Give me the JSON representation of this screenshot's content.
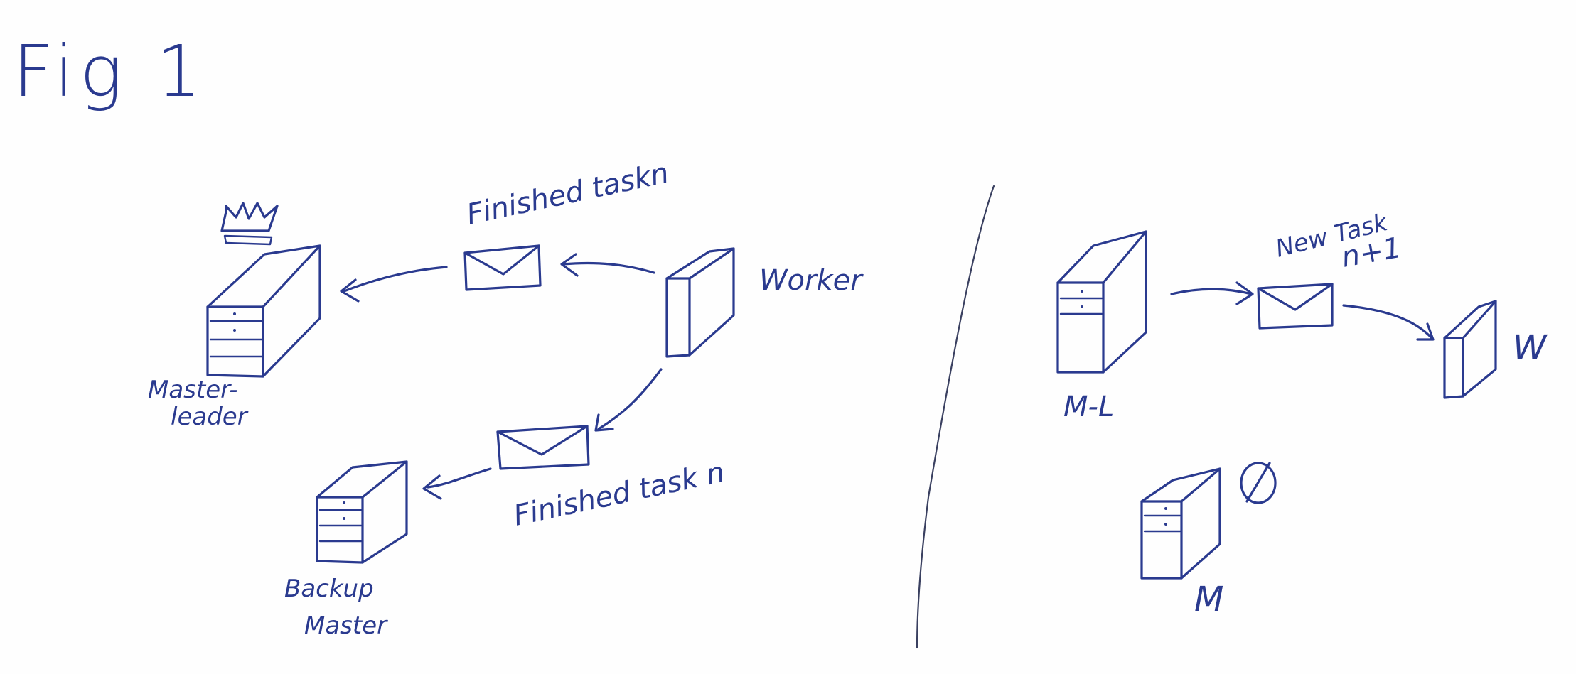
{
  "title": "Fig 1",
  "left_panel": {
    "crown_icon": "crown",
    "master_leader_label_line1": "Master-",
    "master_leader_label_line2": "leader",
    "worker_label": "Worker",
    "backup_master_label_line1": "Backup",
    "backup_master_label_line2": "Master",
    "message_to_leader_label": "Finished taskn",
    "message_to_backup_label": "Finished task n"
  },
  "right_panel": {
    "master_leader_label": "M-L",
    "new_task_label_line1": "New Task",
    "new_task_label_line2": "n+1",
    "worker_label": "W",
    "master_label": "M",
    "master_status_icon": "null-slash-circle"
  },
  "ink_color": "#2a3a8f"
}
